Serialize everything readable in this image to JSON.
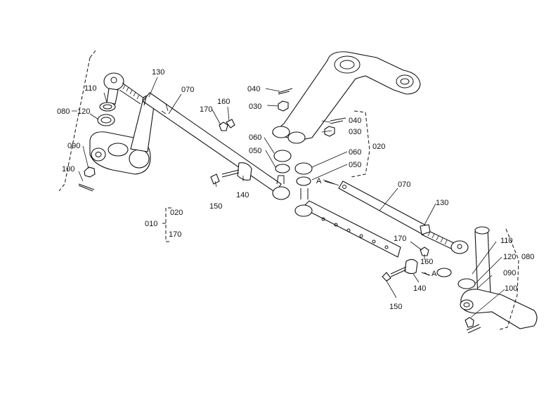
{
  "labels": {
    "p130_left": "130",
    "p070_left": "070",
    "p110_left": "110",
    "p120_left": "120",
    "p080_left": "080",
    "p090_left": "090",
    "p100_left": "100",
    "p170_left": "170",
    "p160_left": "160",
    "p150_left": "150",
    "p140_left": "140",
    "p040_top": "040",
    "p030_top": "030",
    "p060_mid": "060",
    "p050_mid": "050",
    "p040_right": "040",
    "p030_right": "030",
    "p020_right": "020",
    "p060_right": "060",
    "p050_right": "050",
    "ref_a_top": "A",
    "p070_right": "070",
    "p130_right": "130",
    "p170_right": "170",
    "p160_right": "160",
    "ref_a_bottom": "A",
    "p140_right": "140",
    "p150_right": "150",
    "p110_right": "110",
    "p120_right": "120",
    "p080_right": "080",
    "p090_right": "090",
    "p100_right": "100",
    "assy_010": "010",
    "assy_020": "020",
    "assy_170": "170"
  }
}
